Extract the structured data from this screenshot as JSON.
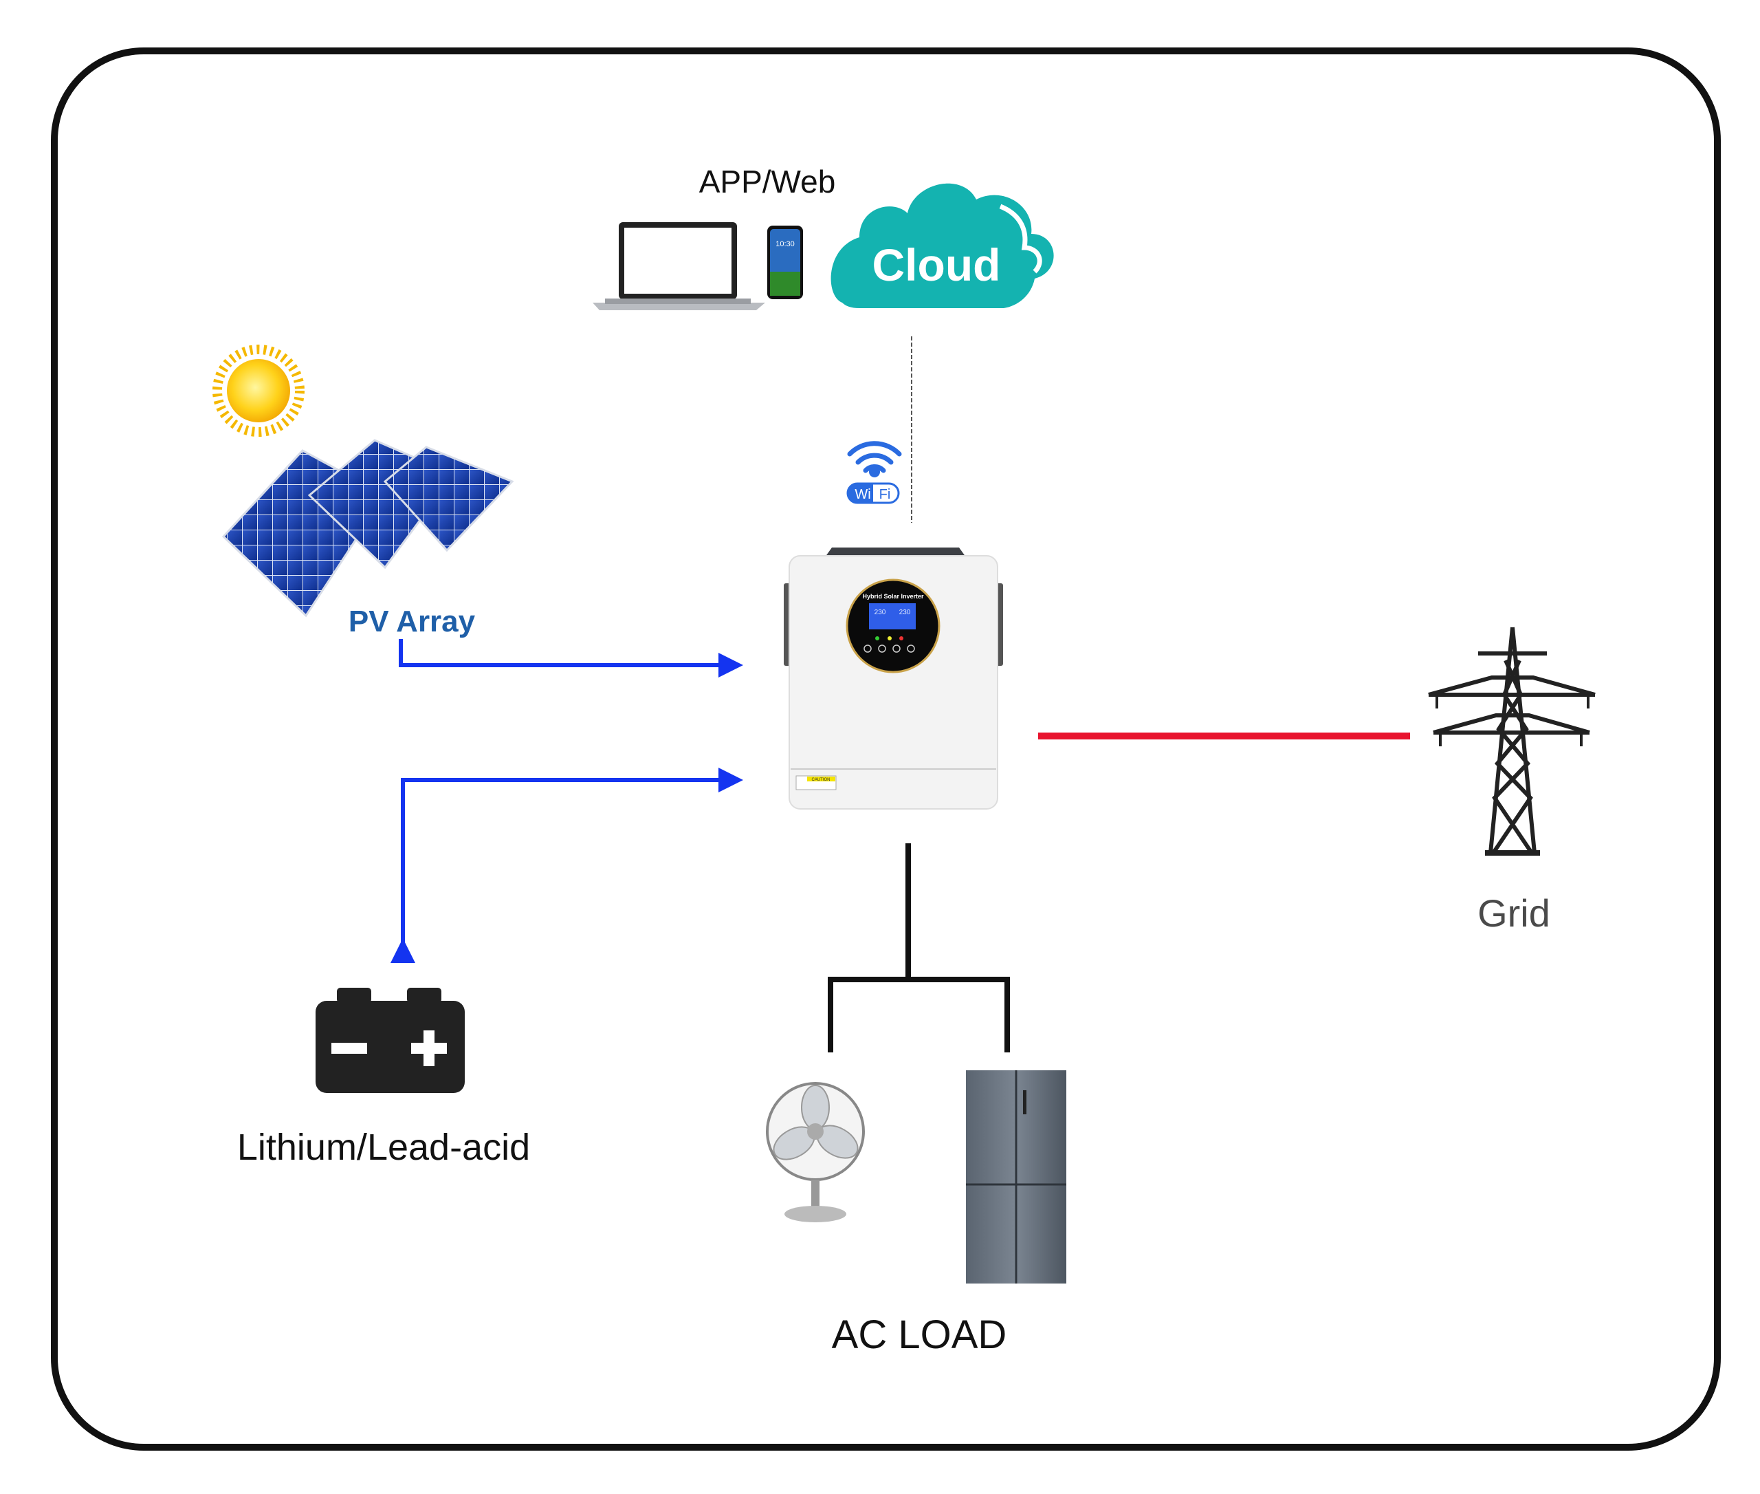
{
  "diagram": {
    "app_label": "APP/Web",
    "cloud_label": "Cloud",
    "phone_time": "10:30",
    "wifi_label_left": "Wi",
    "wifi_label_right": "Fi",
    "pv_label": "PV Array",
    "inverter_title": "Hybrid Solar Inverter",
    "inverter_display_left": "230",
    "inverter_display_right": "230",
    "inverter_caution": "CAUTION",
    "grid_label": "Grid",
    "battery_label": "Lithium/Lead-acid",
    "load_label": "AC LOAD"
  },
  "colors": {
    "border": "#111111",
    "cloud": "#14b3b0",
    "pv_arrow": "#1434f0",
    "grid_line": "#e8142e",
    "load_line": "#111111",
    "pv_text": "#1f5fa8",
    "wifi": "#2a6be0",
    "grid_text": "#4a4a4a"
  }
}
